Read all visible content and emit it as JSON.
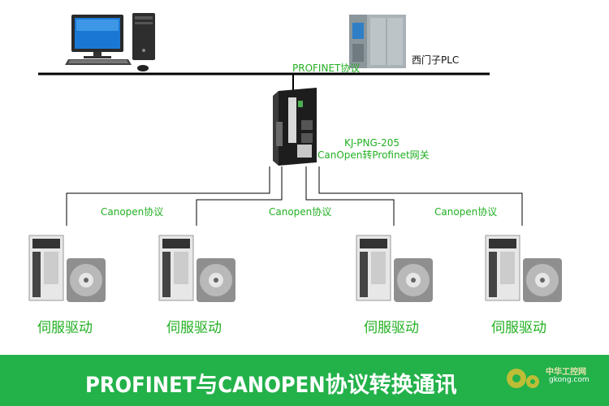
{
  "network": {
    "bus_label": "PROFINET协议",
    "plc_label": "西门子PLC",
    "gateway_model": "KJ-PNG-205",
    "gateway_desc": "CanOpen转Profinet网关",
    "canopen_labels": [
      "Canopen协议",
      "Canopen协议",
      "Canopen协议"
    ]
  },
  "drives": [
    {
      "label": "伺服驱动"
    },
    {
      "label": "伺服驱动"
    },
    {
      "label": "伺服驱动"
    },
    {
      "label": "伺服驱动"
    }
  ],
  "banner": {
    "title": "PROFINET与CANOPEN协议转换通讯",
    "watermark_text": "中华工控网",
    "watermark_url": "gkong.com"
  },
  "colors": {
    "label_green": "#22b022",
    "banner_green": "#23b14a"
  }
}
